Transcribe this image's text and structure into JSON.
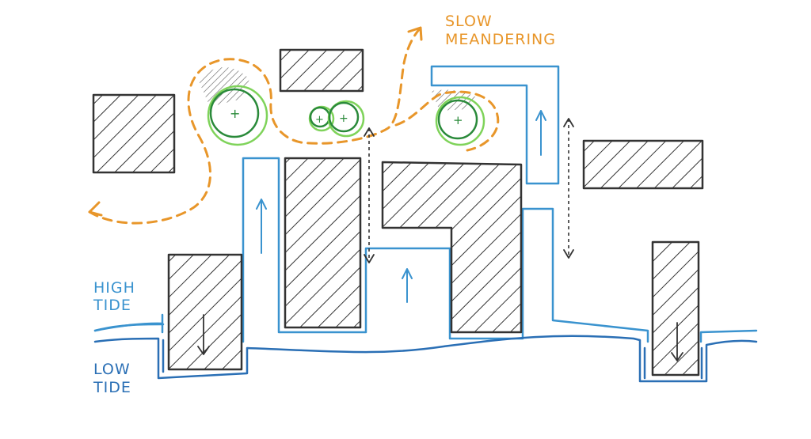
{
  "labels": {
    "slow": "SLOW",
    "meandering": "MEANDERING",
    "high": "HIGH",
    "tide_high": "TIDE",
    "low": "LOW",
    "tide_low": "TIDE"
  },
  "colors": {
    "building_outline": "#333333",
    "high_tide": "#3a93cf",
    "low_tide": "#2a6fb5",
    "path": "#e8962a",
    "tree_dark": "#2a8a3a",
    "tree_light": "#7fd35a"
  }
}
